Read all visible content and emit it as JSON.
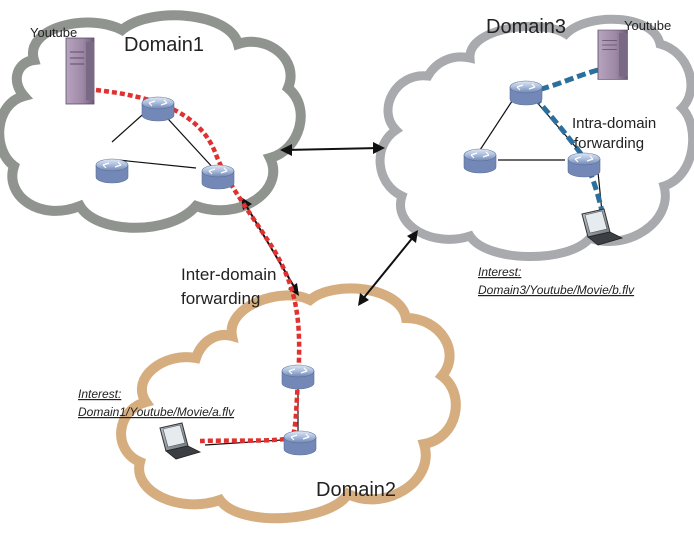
{
  "domains": {
    "domain1": {
      "name": "Domain1",
      "server_label": "Youtube"
    },
    "domain2": {
      "name": "Domain2"
    },
    "domain3": {
      "name": "Domain3",
      "server_label": "Youtube"
    }
  },
  "annotations": {
    "inter_domain": [
      "Inter-domain",
      "forwarding"
    ],
    "intra_domain": [
      "Intra-domain",
      "forwarding"
    ]
  },
  "interests": {
    "domain3": {
      "heading": "Interest:",
      "name": "Domain3/Youtube/Movie/b.flv"
    },
    "domain1": {
      "heading": "Interest:",
      "name": "Domain1/Youtube/Movie/a.flv"
    }
  },
  "colors": {
    "domain1_cloud": "#8a8f8a",
    "domain2_cloud": "#d6ad7f",
    "domain3_cloud": "#a9aaae",
    "inter_domain_path": "#e03030",
    "intra_domain_path": "#2b6f9c",
    "server": "#9e8aa6",
    "router": "#8fa5cc"
  },
  "icons": [
    "server-icon",
    "router-icon",
    "laptop-icon",
    "double-arrow-icon"
  ]
}
